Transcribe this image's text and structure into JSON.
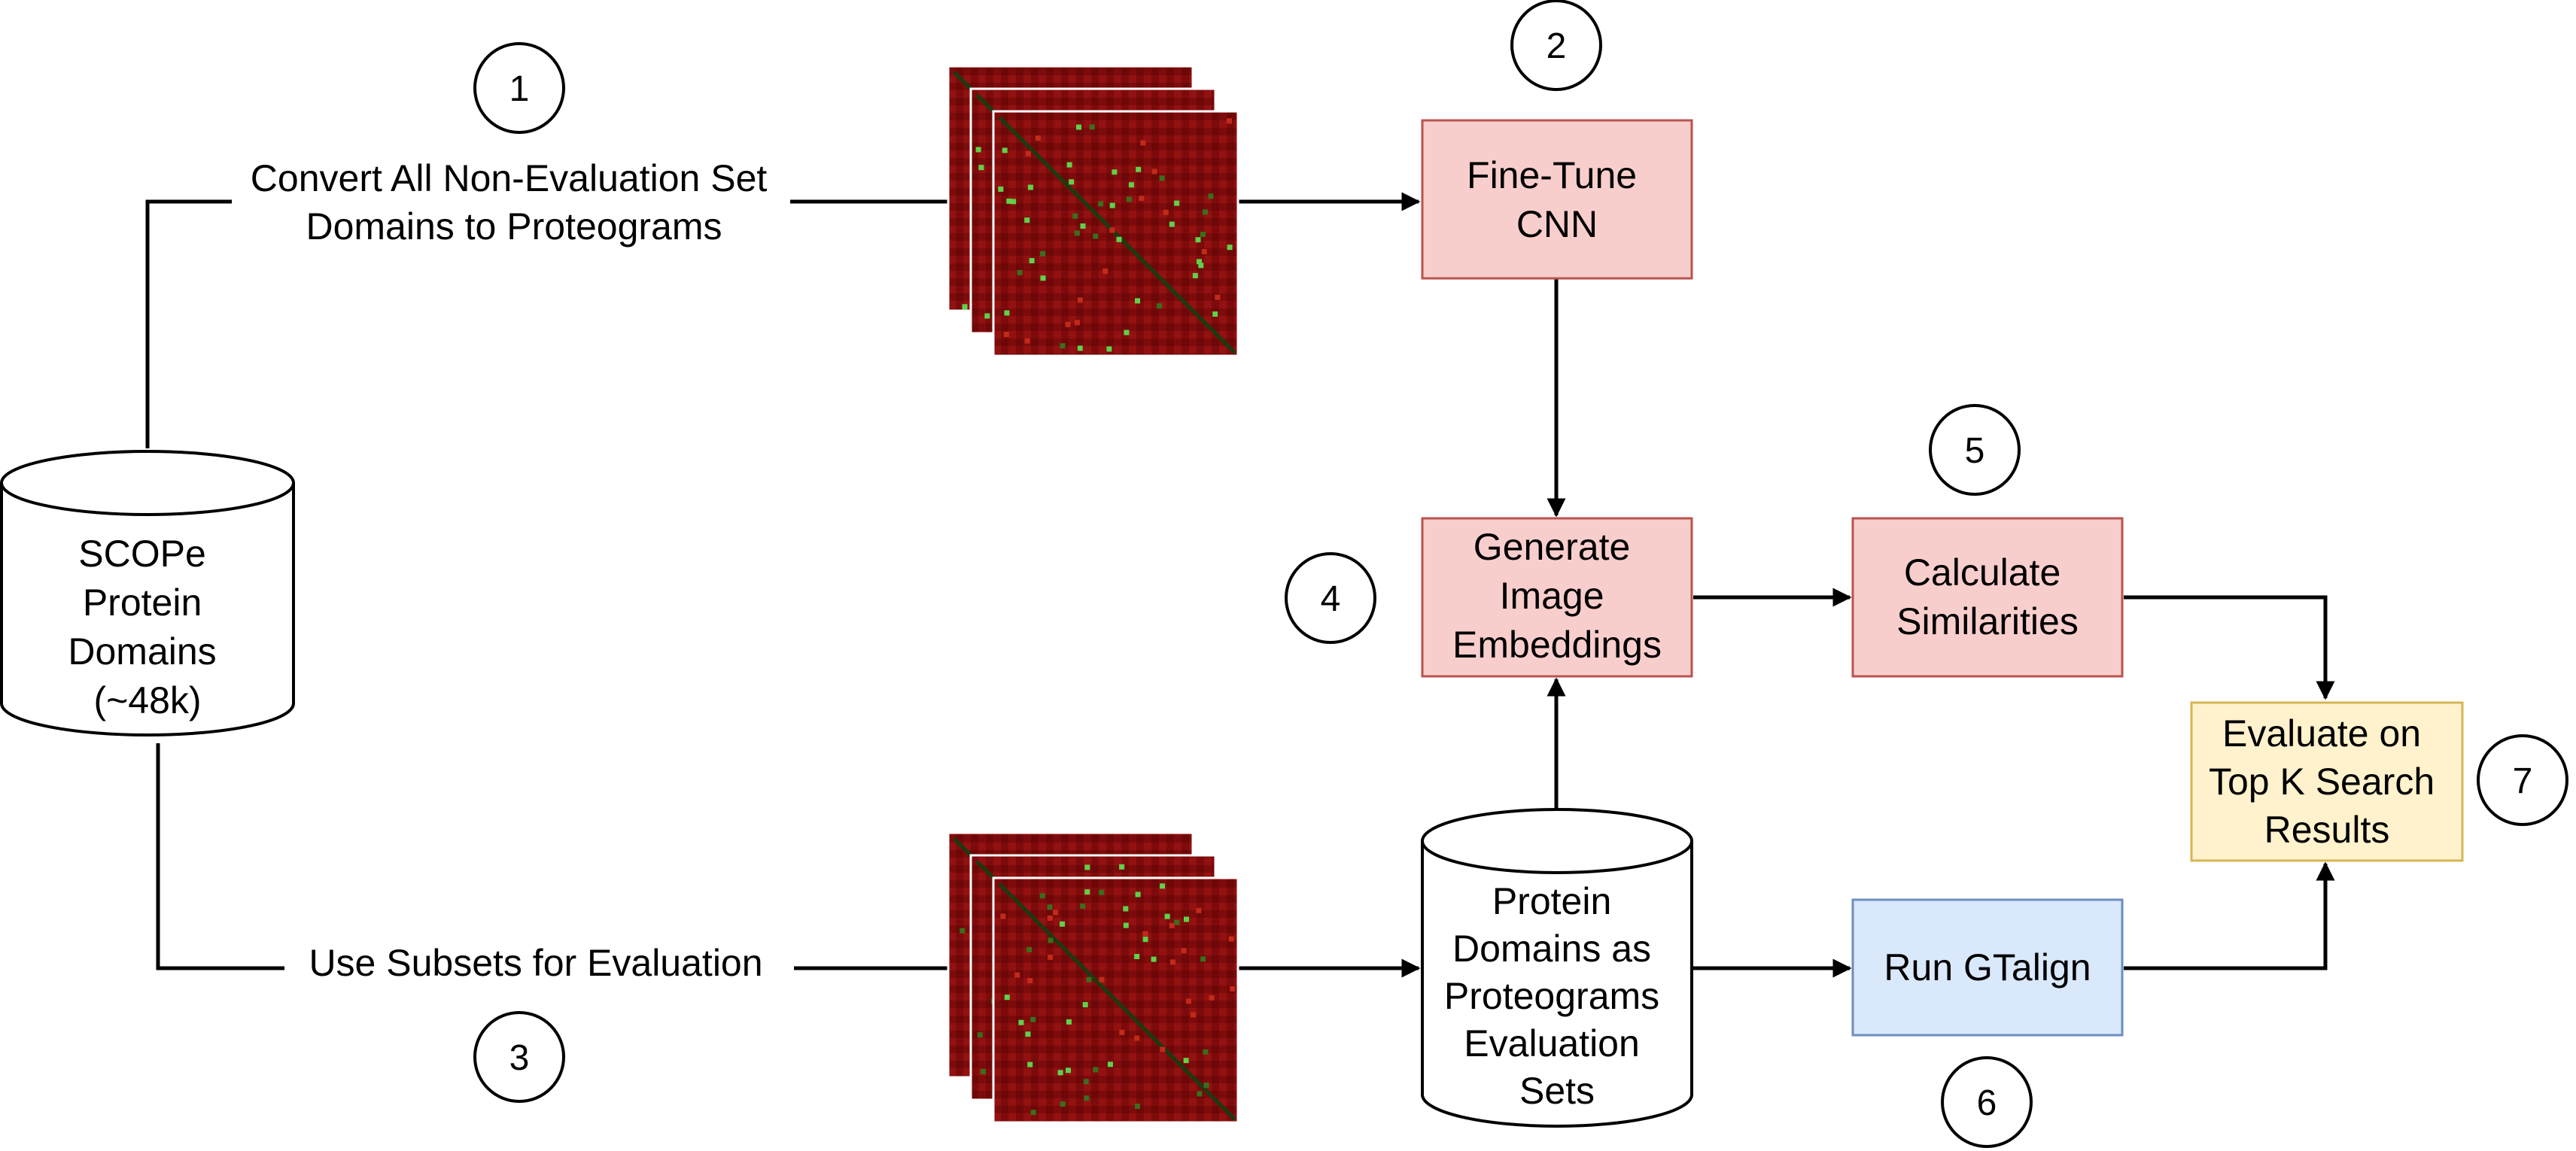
{
  "database": {
    "lines": [
      "SCOPe",
      "Protein",
      "Domains",
      "(~48k)"
    ]
  },
  "steps": {
    "convert": {
      "number": "1",
      "lines": [
        "Convert All Non-Evaluation Set",
        "Domains to Proteograms"
      ]
    },
    "finetune": {
      "number": "2",
      "lines": [
        "Fine-Tune",
        "CNN"
      ]
    },
    "subsets": {
      "number": "3",
      "lines": [
        "Use Subsets for Evaluation"
      ]
    },
    "embeddings": {
      "number": "4",
      "lines": [
        "Generate",
        "Image",
        "Embeddings"
      ]
    },
    "similarities": {
      "number": "5",
      "lines": [
        "Calculate",
        "Similarities"
      ]
    },
    "gtalign": {
      "number": "6",
      "lines": [
        "Run GTalign"
      ]
    },
    "evaluate": {
      "number": "7",
      "lines": [
        "Evaluate on",
        "Top K Search",
        "Results"
      ]
    }
  },
  "eval_store": {
    "lines": [
      "Protein",
      "Domains as",
      "Proteograms",
      "Evaluation",
      "Sets"
    ]
  },
  "colors": {
    "red_fill": "#f8cecc",
    "red_stroke": "#b85450",
    "blue_fill": "#dae8fc",
    "blue_stroke": "#6c8ebf",
    "yellow_fill": "#fff2cc",
    "yellow_stroke": "#d6b656",
    "proteogram_bg": "#8a0a0a"
  },
  "icons": {
    "proteogram_top": "proteogram-stack-icon",
    "proteogram_bottom": "proteogram-stack-icon"
  }
}
